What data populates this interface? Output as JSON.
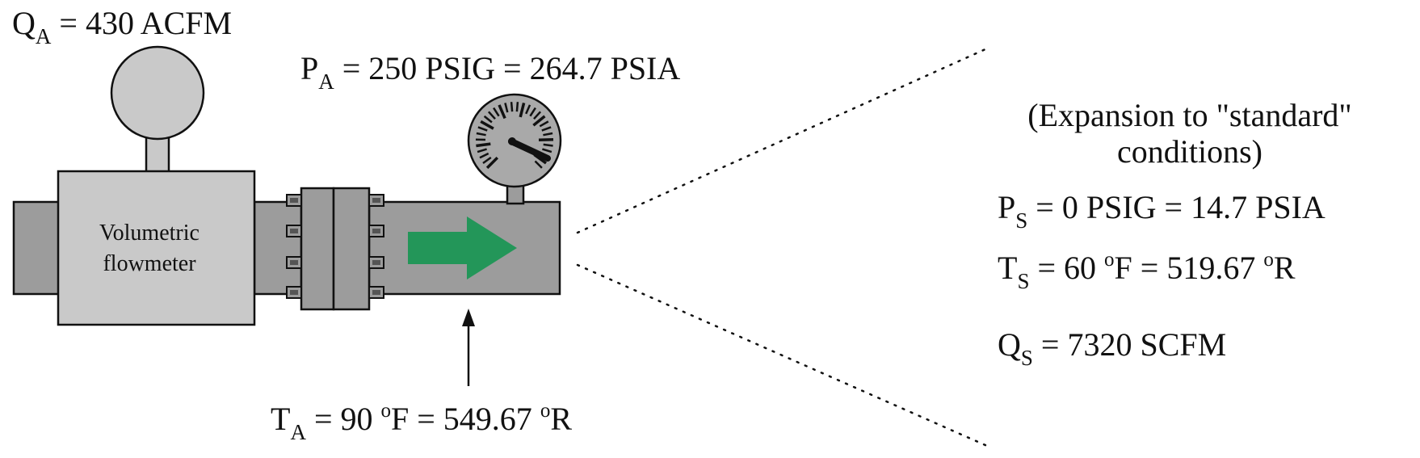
{
  "colors": {
    "pipe": "#9c9c9c",
    "meter_body": "#c9c9c9",
    "gauge_face": "#a9a9a9",
    "flow_arrow": "#239659",
    "line": "#111111"
  },
  "flowmeter": {
    "label_line1": "Volumetric",
    "label_line2": "flowmeter"
  },
  "actual": {
    "flow": {
      "sym": "Q",
      "sub": "A",
      "rest": " = 430 ACFM"
    },
    "pressure": {
      "sym": "P",
      "sub": "A",
      "rest": " = 250 PSIG = 264.7 PSIA"
    },
    "temperature": {
      "sym": "T",
      "sub": "A",
      "p1": " = 90 ",
      "deg": "o",
      "p2": "F = 549.67 ",
      "deg2": "o",
      "p3": "R"
    }
  },
  "standard": {
    "heading_line1": "(Expansion to \"standard\"",
    "heading_line2": "conditions)",
    "pressure": {
      "sym": "P",
      "sub": "S",
      "rest": " = 0 PSIG = 14.7 PSIA"
    },
    "temperature": {
      "sym": "T",
      "sub": "S",
      "p1": " = 60 ",
      "deg": "o",
      "p2": "F = 519.67 ",
      "deg2": "o",
      "p3": "R"
    },
    "flow": {
      "sym": "Q",
      "sub": "S",
      "rest": " = 7320 SCFM"
    }
  },
  "icons": {
    "gauge": "pressure-gauge-icon",
    "arrow": "flow-direction-arrow-icon",
    "meter_head": "flowmeter-head-icon"
  }
}
